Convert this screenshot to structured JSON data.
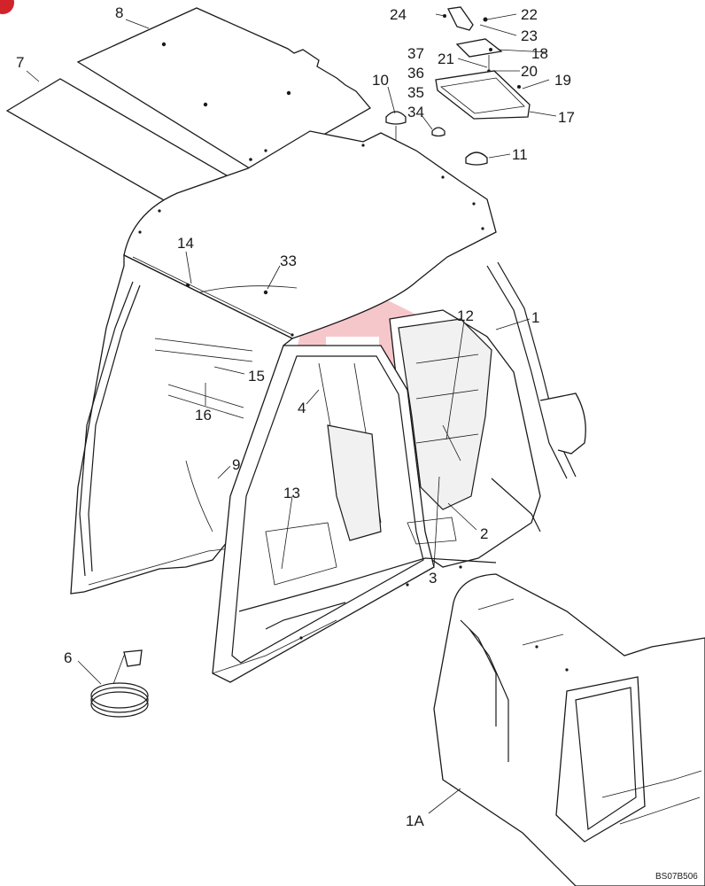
{
  "diagram": {
    "callouts": [
      {
        "id": "c8",
        "label": "8"
      },
      {
        "id": "c7",
        "label": "7"
      },
      {
        "id": "c24",
        "label": "24"
      },
      {
        "id": "c22",
        "label": "22"
      },
      {
        "id": "c23",
        "label": "23"
      },
      {
        "id": "c37",
        "label": "37"
      },
      {
        "id": "c18",
        "label": "18"
      },
      {
        "id": "c21",
        "label": "21"
      },
      {
        "id": "c36",
        "label": "36"
      },
      {
        "id": "c20",
        "label": "20"
      },
      {
        "id": "c10",
        "label": "10"
      },
      {
        "id": "c35",
        "label": "35"
      },
      {
        "id": "c19",
        "label": "19"
      },
      {
        "id": "c34",
        "label": "34"
      },
      {
        "id": "c17",
        "label": "17"
      },
      {
        "id": "c11",
        "label": "11"
      },
      {
        "id": "c14",
        "label": "14"
      },
      {
        "id": "c33",
        "label": "33"
      },
      {
        "id": "c12",
        "label": "12"
      },
      {
        "id": "c1",
        "label": "1"
      },
      {
        "id": "c15",
        "label": "15"
      },
      {
        "id": "c4",
        "label": "4"
      },
      {
        "id": "c16",
        "label": "16"
      },
      {
        "id": "c9",
        "label": "9"
      },
      {
        "id": "c13",
        "label": "13"
      },
      {
        "id": "c2",
        "label": "2"
      },
      {
        "id": "c3",
        "label": "3"
      },
      {
        "id": "c6",
        "label": "6"
      },
      {
        "id": "c1A",
        "label": "1A"
      }
    ],
    "drawing_code": "BS07B506",
    "watermark_color": "#e8a0a4",
    "badge_color": "#d2232a"
  }
}
